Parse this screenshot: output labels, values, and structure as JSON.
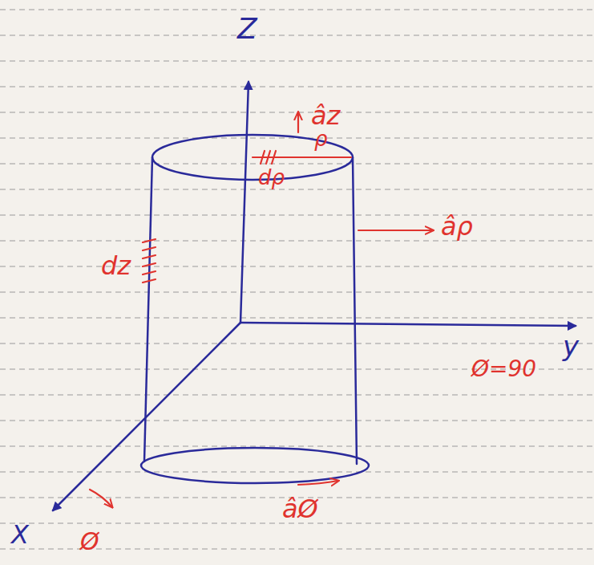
{
  "diagram": {
    "labels": [
      "Z",
      "âz",
      "ρ",
      "dρ",
      "âρ",
      "dz",
      "y",
      "Ø=90",
      "X",
      "Ø",
      "âØ"
    ]
  }
}
